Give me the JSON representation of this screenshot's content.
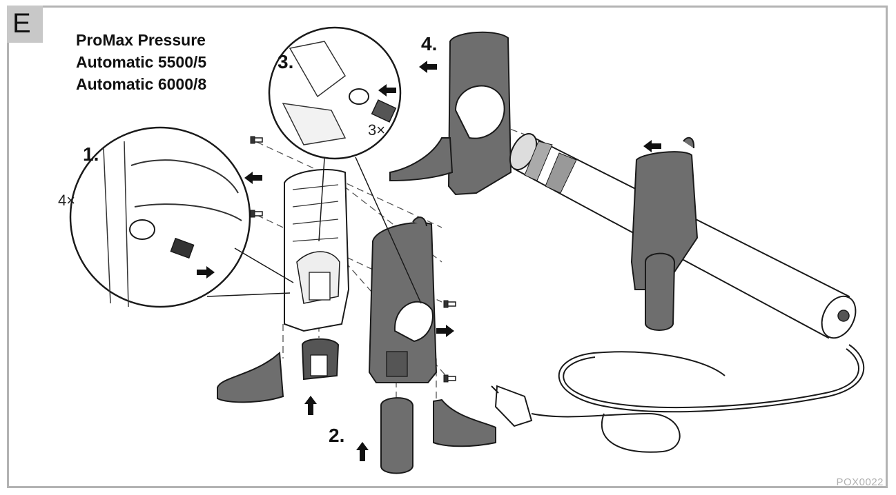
{
  "section_letter": "E",
  "title_lines": [
    "ProMax Pressure",
    "Automatic 5500/5",
    "Automatic 6000/8"
  ],
  "steps": {
    "s1": "1.",
    "s2": "2.",
    "s3": "3.",
    "s4": "4."
  },
  "quantities": {
    "q1": "4×",
    "q3": "3×"
  },
  "figure_code": "POX0022",
  "colors": {
    "part_dark": "#6e6e6e",
    "part_light": "#ffffff",
    "outline": "#1a1a1a",
    "frame": "#b3b3b3"
  }
}
